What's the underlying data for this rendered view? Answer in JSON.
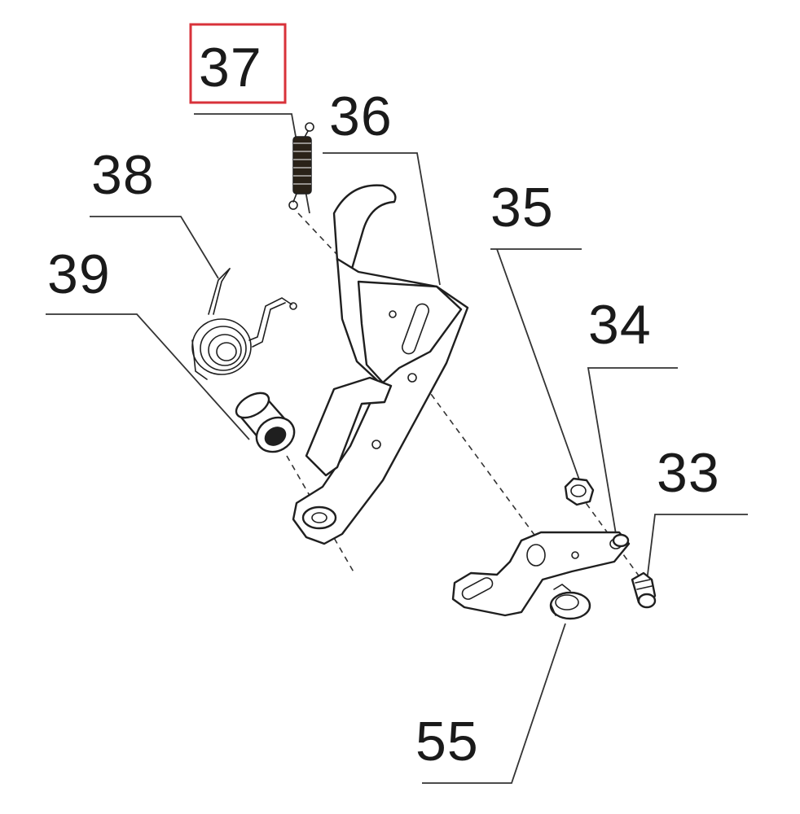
{
  "diagram": {
    "highlight_color": "#d8323a",
    "ink_color": "#1f1f1f",
    "background": "#ffffff",
    "labels": {
      "p37": "37",
      "p36": "36",
      "p38": "38",
      "p39": "39",
      "p35": "35",
      "p34": "34",
      "p33": "33",
      "p55": "55"
    },
    "highlighted_part": "37"
  }
}
